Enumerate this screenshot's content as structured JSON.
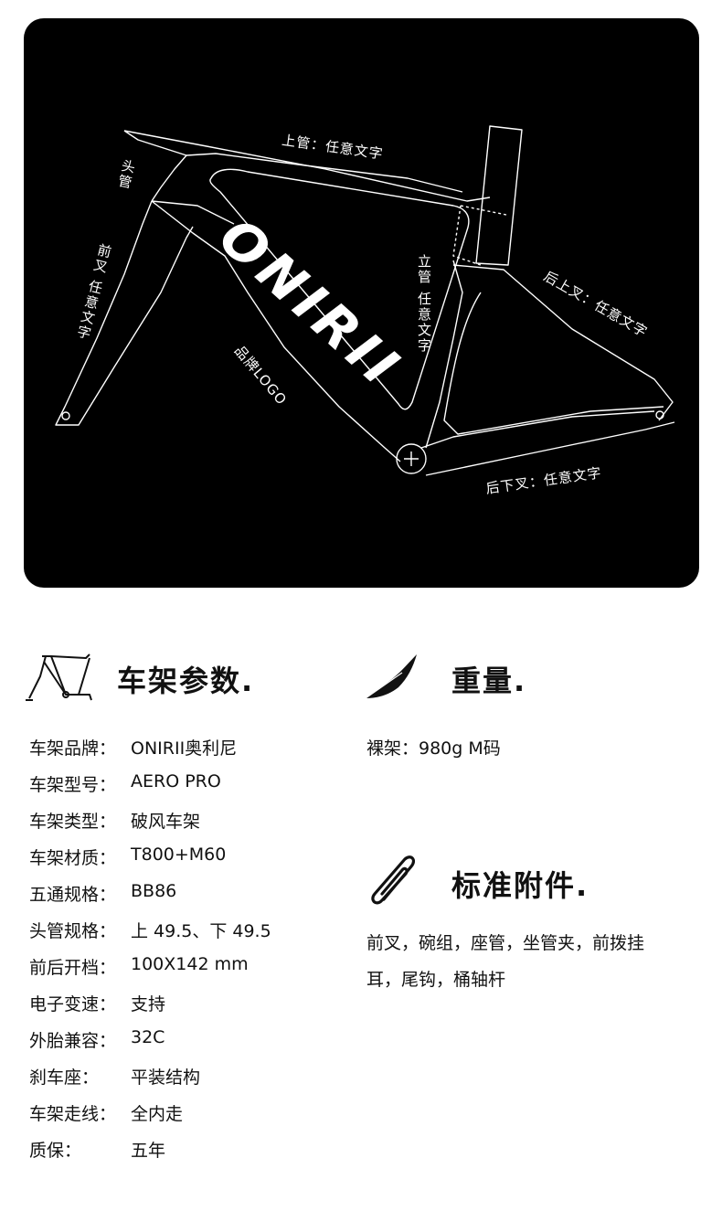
{
  "frame_diagram": {
    "brand_mark": "ONIRII",
    "labels": {
      "top_tube": "上管：任意文字",
      "head_tube": "头管",
      "fork": "前叉 任意文字",
      "brand_logo": "品牌LOGO",
      "seat_tube": "立管 任意文字",
      "seat_stay": "后上叉：任意文字",
      "chain_stay": "后下叉：任意文字"
    }
  },
  "frame_params": {
    "title": "车架参数.",
    "icon": "bike-frame-icon",
    "rows": [
      {
        "key": "车架品牌：",
        "value": "ONIRII奥利尼"
      },
      {
        "key": "车架型号：",
        "value": "AERO PRO"
      },
      {
        "key": "车架类型：",
        "value": "破风车架"
      },
      {
        "key": "车架材质：",
        "value": "T800+M60"
      },
      {
        "key": "五通规格：",
        "value": "BB86"
      },
      {
        "key": "头管规格：",
        "value": "上 49.5、下 49.5"
      },
      {
        "key": "前后开档：",
        "value": "100X142 mm"
      },
      {
        "key": "电子变速：",
        "value": "支持"
      },
      {
        "key": "外胎兼容：",
        "value": "32C"
      },
      {
        "key": "刹车座：",
        "value": " 平装结构"
      },
      {
        "key": "车架走线：",
        "value": "全内走"
      },
      {
        "key": "质保：",
        "value": "五年"
      }
    ]
  },
  "weight": {
    "title": "重量.",
    "icon": "feather-icon",
    "text": "裸架：980g M码"
  },
  "accessories": {
    "title": "标准附件.",
    "icon": "paperclip-icon",
    "line1": "前叉，碗组，座管，坐管夹，前拨挂",
    "line2": "耳，尾钩，桶轴杆"
  }
}
